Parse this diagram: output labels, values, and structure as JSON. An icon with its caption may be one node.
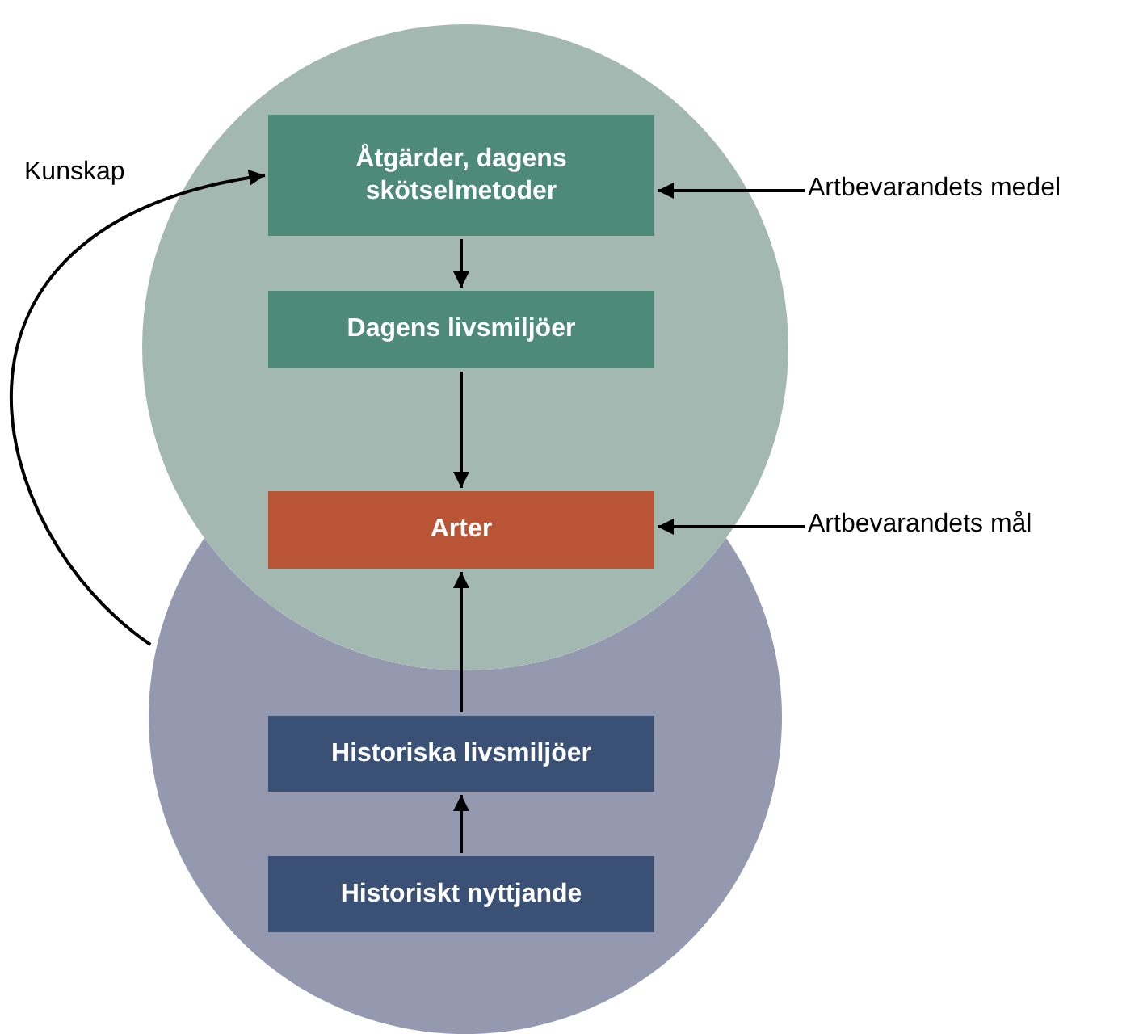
{
  "diagram": {
    "nodes": [
      {
        "text": [],
        "shape": "circle"
      },
      {
        "text": [],
        "shape": "circle"
      },
      {
        "text": [
          "Åtgärder, dagens skötselmetoder"
        ],
        "in": 0
      },
      {
        "text": [
          "Dagens livsmiljöer"
        ],
        "in": 0
      },
      {
        "text": [
          "Arter"
        ],
        "in": 0
      },
      {
        "text": [
          "Historiska livsmiljöer"
        ],
        "in": 1
      },
      {
        "text": [
          "Historiskt nyttjande"
        ],
        "in": 1
      },
      {
        "text": [
          "Artbevarandets medel"
        ]
      },
      {
        "text": [
          "Artbevarandets mål"
        ]
      }
    ],
    "edges": [
      {
        "from": 2,
        "to": 3,
        "arrow": "to"
      },
      {
        "from": 3,
        "to": 4,
        "arrow": "to"
      },
      {
        "from": 5,
        "to": 4,
        "arrow": "to"
      },
      {
        "from": 6,
        "to": 5,
        "arrow": "to"
      },
      {
        "from": 7,
        "to": 2,
        "arrow": "to"
      },
      {
        "from": 8,
        "to": 4,
        "arrow": "to"
      },
      {
        "from": 1,
        "to": 2,
        "arrow": "to",
        "label": "Kunskap"
      }
    ]
  }
}
